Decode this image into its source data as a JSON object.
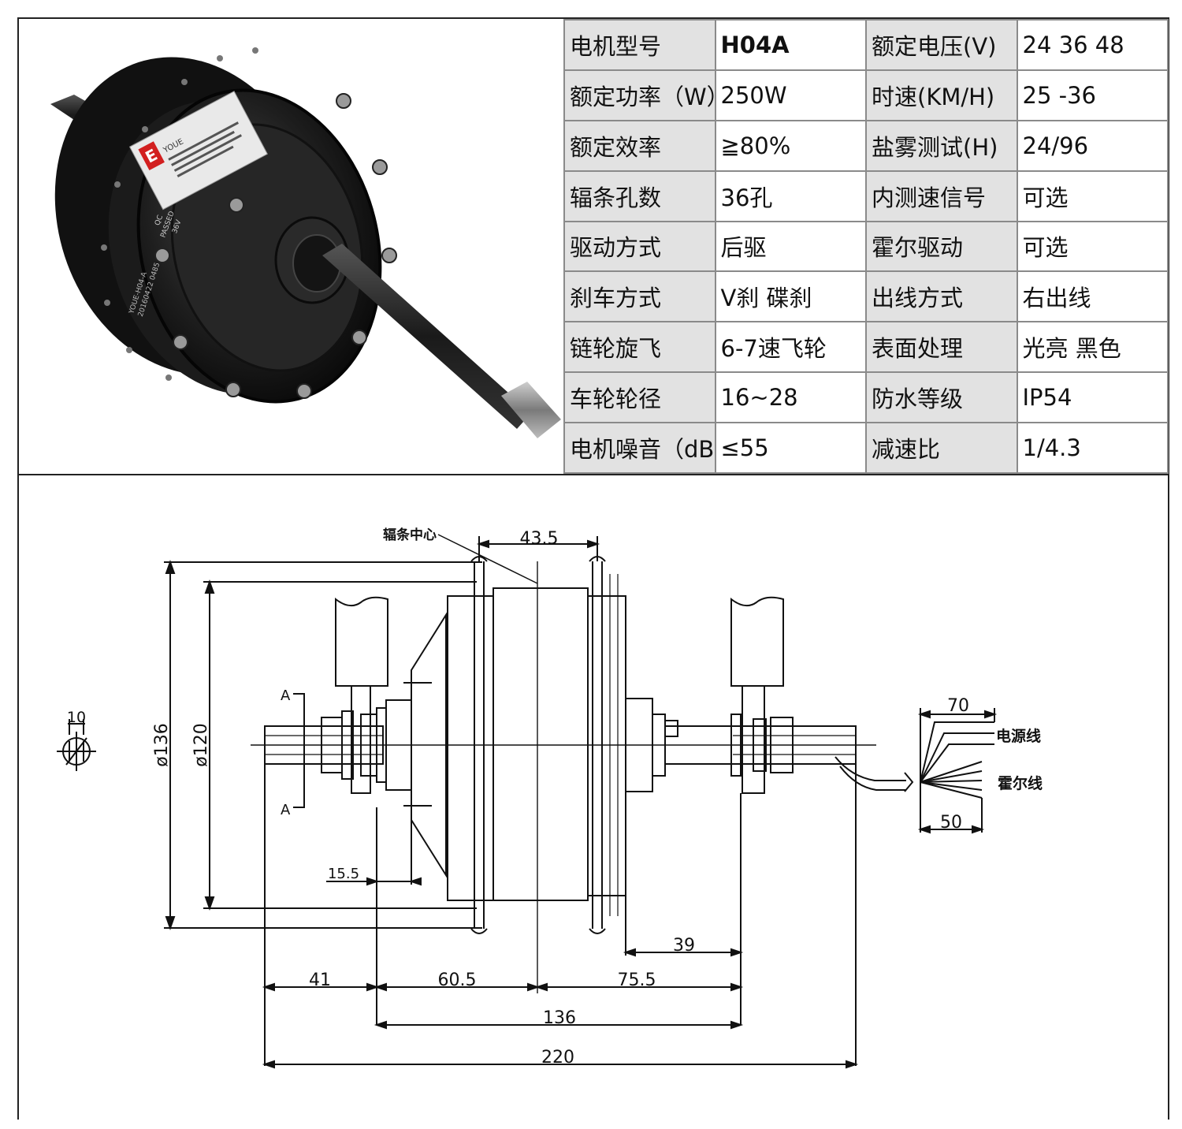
{
  "spec_table": {
    "rows": [
      {
        "k1": "电机型号",
        "v1": "H04A",
        "k2": "额定电压(V)",
        "v2": "24 36 48"
      },
      {
        "k1": "额定功率（W）",
        "v1": "250W",
        "k2": "时速(KM/H)",
        "v2": "25 -36"
      },
      {
        "k1": "额定效率",
        "v1": "≧80%",
        "k2": "盐雾测试(H)",
        "v2": "24/96"
      },
      {
        "k1": "辐条孔数",
        "v1": "36孔",
        "k2": "内测速信号",
        "v2": "可选"
      },
      {
        "k1": "驱动方式",
        "v1": "后驱",
        "k2": "霍尔驱动",
        "v2": "可选"
      },
      {
        "k1": "刹车方式",
        "v1": "V刹  碟刹",
        "k2": "出线方式",
        "v2": "右出线"
      },
      {
        "k1": "链轮旋飞",
        "v1": "6-7速飞轮",
        "k2": "表面处理",
        "v2": "光亮 黑色"
      },
      {
        "k1": "车轮轮径",
        "v1": "16~28",
        "k2": "防水等级",
        "v2": "IP54"
      },
      {
        "k1": "电机噪音（dB)",
        "v1": "≤55",
        "k2": "减速比",
        "v2": "1/4.3"
      }
    ]
  },
  "photo": {
    "label_brand": "YOUE",
    "label_qc": "QC",
    "label_passed": "PASSED",
    "label_voltage": "36V",
    "label_model": "YOUE-H04-A",
    "label_serial": "20160422 0485",
    "body_color": "#1a1a1a",
    "accent_color": "#d21f1f"
  },
  "drawing": {
    "label_spoke_center": "辐条中心",
    "dim_43_5": "43.5",
    "dim_10": "10",
    "dim_d136": "ø136",
    "dim_d120": "ø120",
    "section_a_top": "A",
    "section_a_bottom": "A",
    "dim_15_5": "15.5",
    "dim_39": "39",
    "dim_41": "41",
    "dim_60_5": "60.5",
    "dim_75_5": "75.5",
    "dim_136": "136",
    "dim_220": "220",
    "dim_70": "70",
    "dim_50": "50",
    "label_power_wire": "电源线",
    "label_hall_wire": "霍尔线"
  }
}
